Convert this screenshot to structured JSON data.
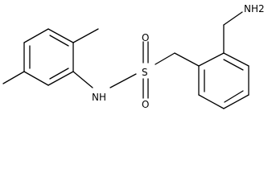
{
  "molecule": {
    "atoms": {
      "amine": "NH2",
      "sulfonamide_n": "NH",
      "sulfur": "S",
      "oxygen_top": "O",
      "oxygen_bottom": "O"
    },
    "colors": {
      "bond": "#000000",
      "label": "#000000",
      "background": "#ffffff"
    }
  }
}
